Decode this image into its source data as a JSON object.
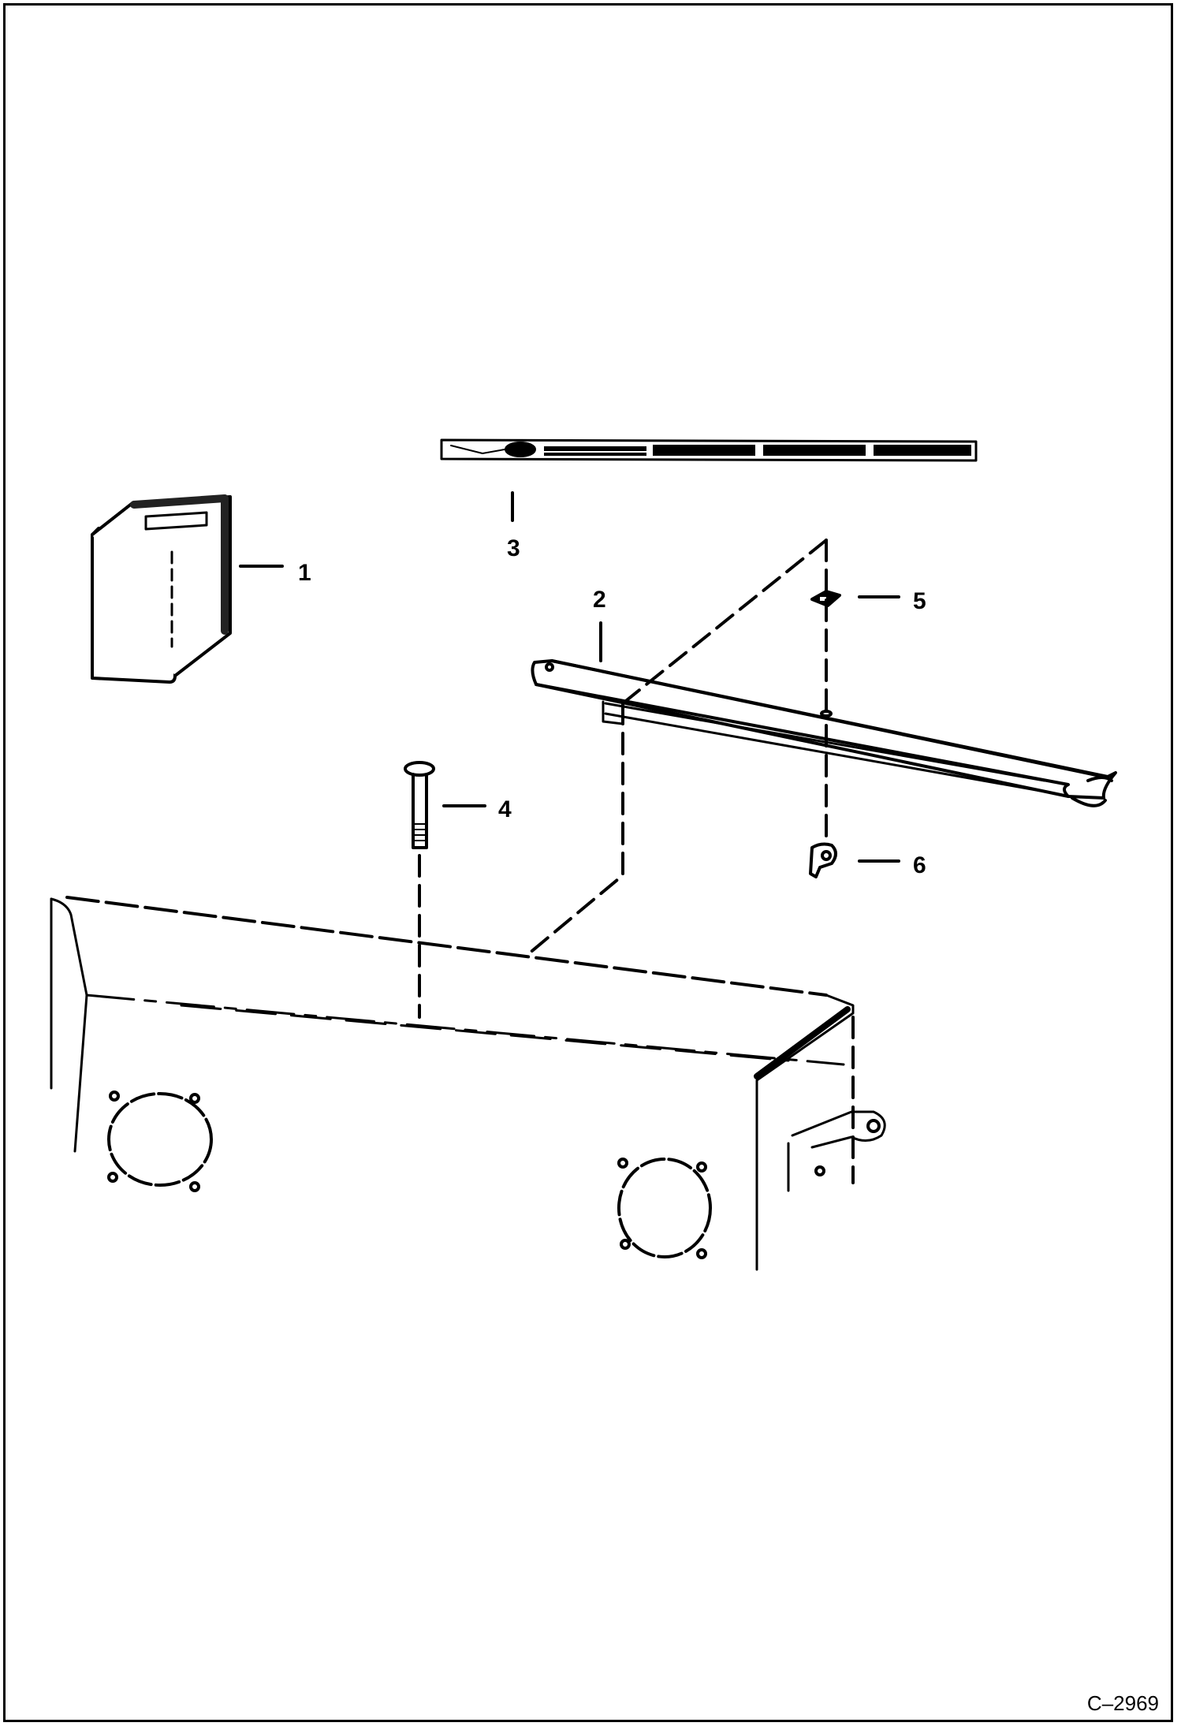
{
  "drawing_number": "C–2969",
  "callouts": [
    {
      "id": "callout-1",
      "label": "1"
    },
    {
      "id": "callout-2",
      "label": "2"
    },
    {
      "id": "callout-3",
      "label": "3"
    },
    {
      "id": "callout-4",
      "label": "4"
    },
    {
      "id": "callout-5",
      "label": "5"
    },
    {
      "id": "callout-6",
      "label": "6"
    }
  ]
}
